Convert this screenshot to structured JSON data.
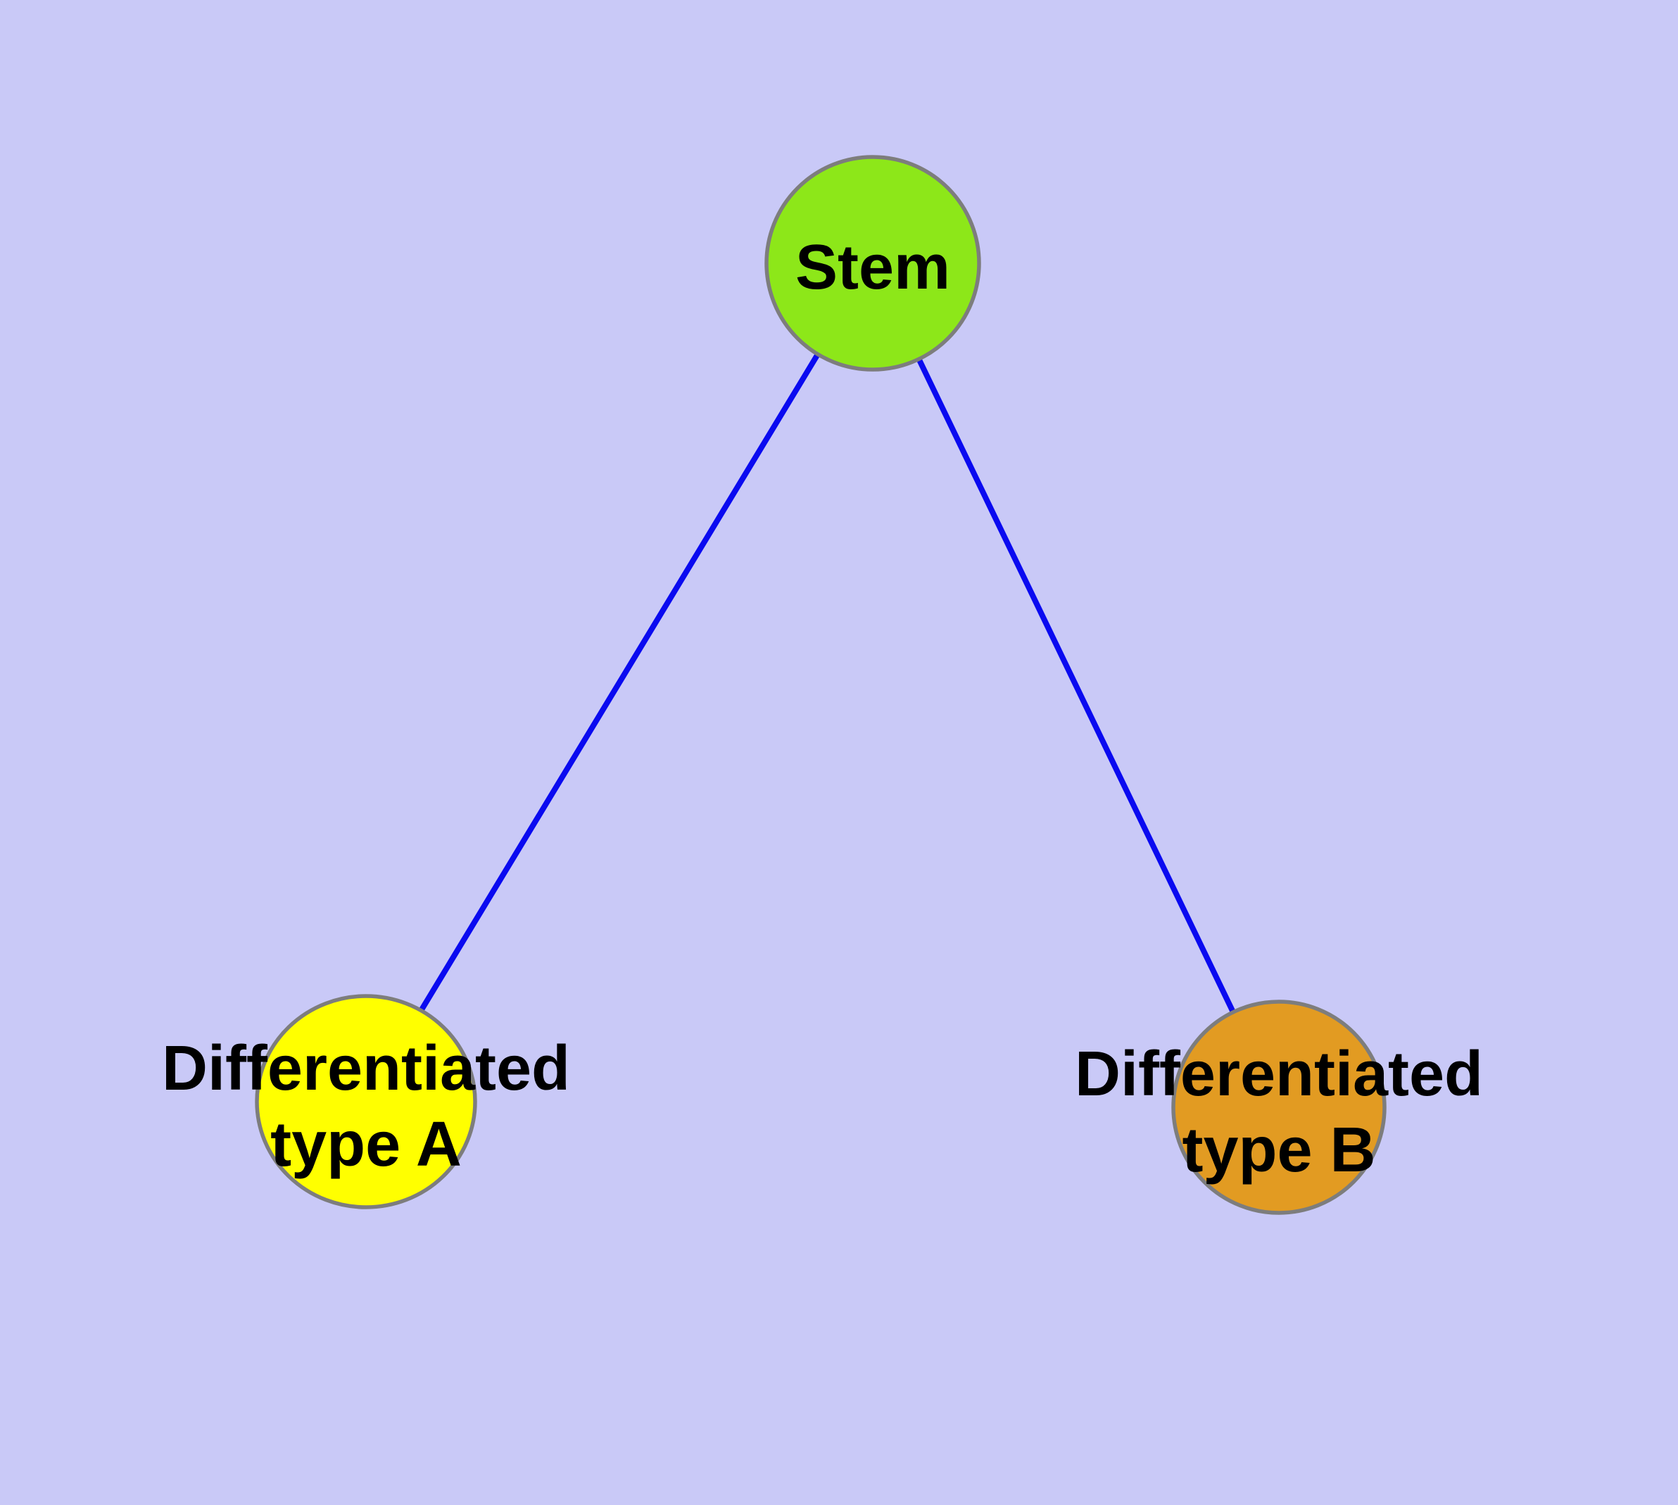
{
  "diagram": {
    "nodes": [
      {
        "id": "stem",
        "label": "Stem",
        "fill": "#8de719"
      },
      {
        "id": "differentiated-type-a",
        "label": "Differentiated type A",
        "line1": "Differentiated",
        "line2": "type A",
        "fill": "#ffff00"
      },
      {
        "id": "differentiated-type-b",
        "label": "Differentiated type B",
        "line1": "Differentiated",
        "line2": "type B",
        "fill": "#e29b22"
      }
    ],
    "edges": [
      {
        "from": "stem",
        "to": "differentiated-type-a"
      },
      {
        "from": "stem",
        "to": "differentiated-type-b"
      }
    ]
  },
  "colors": {
    "background": "#c9c9f7",
    "node_border": "#7d7d7d",
    "edge": "#0a0af0",
    "text": "#000000"
  }
}
